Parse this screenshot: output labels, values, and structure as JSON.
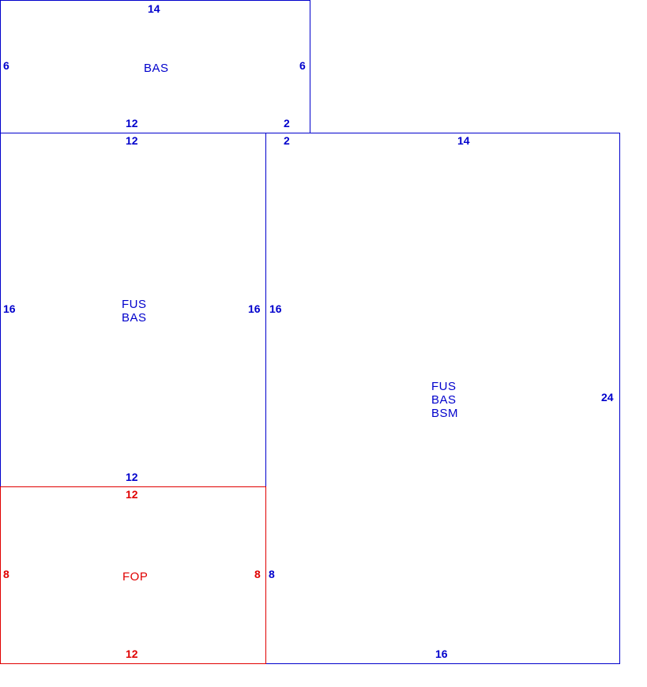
{
  "sections": {
    "top_bas": {
      "area_lines": [
        "BAS"
      ],
      "dims": {
        "top": "14",
        "left": "6",
        "right": "6",
        "bottom_a": "12",
        "bottom_b": "2"
      },
      "color": "#0000cc"
    },
    "middle_left": {
      "area_lines": [
        "FUS",
        "BAS"
      ],
      "dims": {
        "top_a": "12",
        "top_b": "2",
        "left": "16",
        "right": "16",
        "bottom": "12"
      },
      "color": "#0000cc"
    },
    "right_large": {
      "area_lines": [
        "FUS",
        "BAS",
        "BSM"
      ],
      "dims": {
        "top": "14",
        "left_upper": "16",
        "left_lower": "8",
        "right": "24",
        "bottom": "16"
      },
      "color": "#0000cc"
    },
    "porch": {
      "area_lines": [
        "FOP"
      ],
      "dims": {
        "top": "12",
        "left": "8",
        "right": "8",
        "bottom": "12"
      },
      "color": "#e00000"
    }
  }
}
